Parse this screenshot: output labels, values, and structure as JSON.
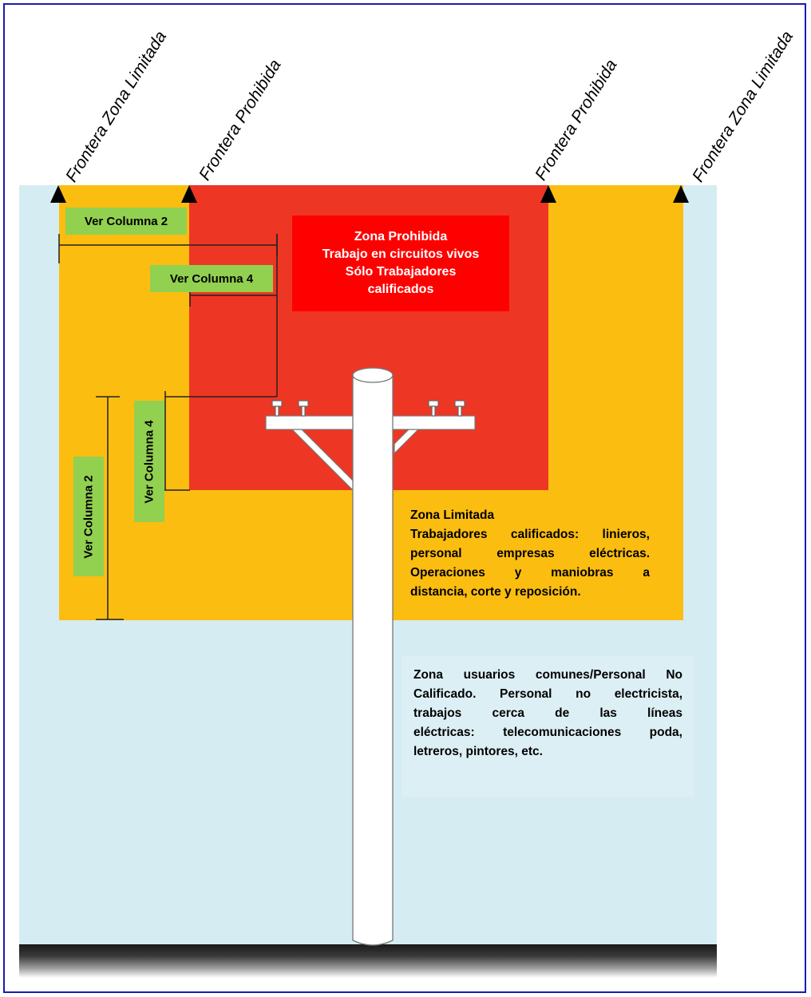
{
  "boundaries": {
    "left_limited": "Frontera Zona Limitada",
    "left_prohibited": "Frontera  Prohibida",
    "right_prohibited": "Frontera Prohibida",
    "right_limited": "Frontera Zona Limitada"
  },
  "dimension_labels": {
    "top_col2": "Ver Columna 2",
    "top_col4": "Ver Columna 4",
    "side_col2": "Ver Columna 2",
    "side_col4": "Ver Columna 4"
  },
  "prohibited_zone": {
    "lines": [
      "Zona Prohibida",
      "Trabajo en circuitos vivos",
      "Sólo Trabajadores",
      "calificados"
    ]
  },
  "limited_zone": {
    "title": "Zona Limitada",
    "lines": [
      "Trabajadores calificados: linieros,",
      "personal empresas eléctricas.",
      "Operaciones y maniobras a",
      "distancia, corte y reposición."
    ]
  },
  "common_zone": {
    "lines": [
      "Zona usuarios comunes/Personal No",
      "Calificado. Personal no electricista,",
      "trabajos cerca de las líneas",
      "eléctricas: telecomunicaciones poda,",
      "letreros, pintores, etc."
    ]
  },
  "colors": {
    "sky": "#d6ecf3",
    "limited": "#fbbd10",
    "prohibited_area": "#ee3624",
    "prohibited_box": "#ff0000",
    "label_green": "#92d050",
    "frame": "#1a1ab8"
  }
}
